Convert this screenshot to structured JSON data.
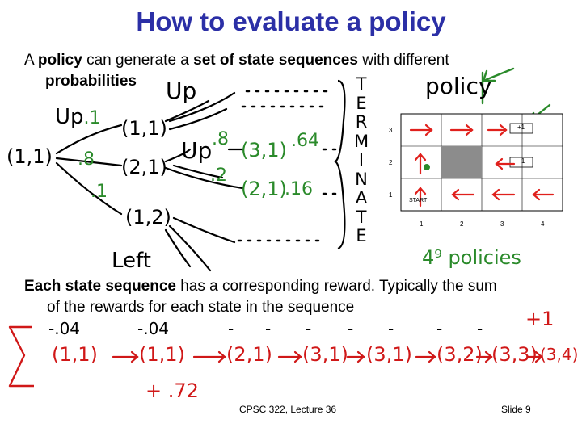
{
  "title": "How to evaluate a policy",
  "intro": {
    "prefix": "A ",
    "term1": "policy",
    "middle": " can generate a ",
    "term2": "set of state sequences",
    "suffix": " with different",
    "line2": "probabilities"
  },
  "tree": {
    "root": "(1,1)",
    "branch_up": "Up",
    "branch_up_prob": ".1",
    "branch_mid_prob": ".8",
    "branch_low_prob": ".1",
    "node_a": "(1,1)",
    "node_b": "(2,1)",
    "node_c": "(1,2)",
    "action_up_top": "Up",
    "action_up_mid": "Up",
    "prob_high": ".8",
    "prob_low": ".2",
    "leaf1": "(3,1)",
    "leaf1_prob": ".64",
    "leaf2": "(2,1)",
    "leaf2_prob": ".16",
    "left_label": "Left"
  },
  "terminate_word": [
    "T",
    "E",
    "R",
    "M",
    "I",
    "N",
    "A",
    "T",
    "E"
  ],
  "policy_label": "policy",
  "policies_label": "4⁹ policies",
  "grid": {
    "row_labels": [
      "3",
      "2",
      "1"
    ],
    "col_labels": [
      "1",
      "2",
      "3",
      "4"
    ],
    "plus_label": "+1",
    "minus_label": "− 1",
    "start_label": "START",
    "colors": {
      "wall": "#8c8c8c",
      "arrow": "#e0201c",
      "green": "#2a8a2a"
    }
  },
  "para2": {
    "term": "Each state sequence",
    "rest": " has a corresponding reward. Typically the sum",
    "line2": "of the rewards for each state in the sequence"
  },
  "sequence": {
    "states": [
      "(1,1)",
      "(1,1)",
      "(2,1)",
      "(3,1)",
      "(3,1)",
      "(3,2)",
      "(3,3)",
      "(3,4)"
    ],
    "rewards": [
      "-.04",
      "-.04",
      "-",
      "-",
      "-",
      "-",
      "-",
      "-",
      "-"
    ],
    "final_reward": "+1",
    "total": "+ .72"
  },
  "footer": {
    "course": "CPSC 322, Lecture 36",
    "slide": "Slide 9"
  }
}
